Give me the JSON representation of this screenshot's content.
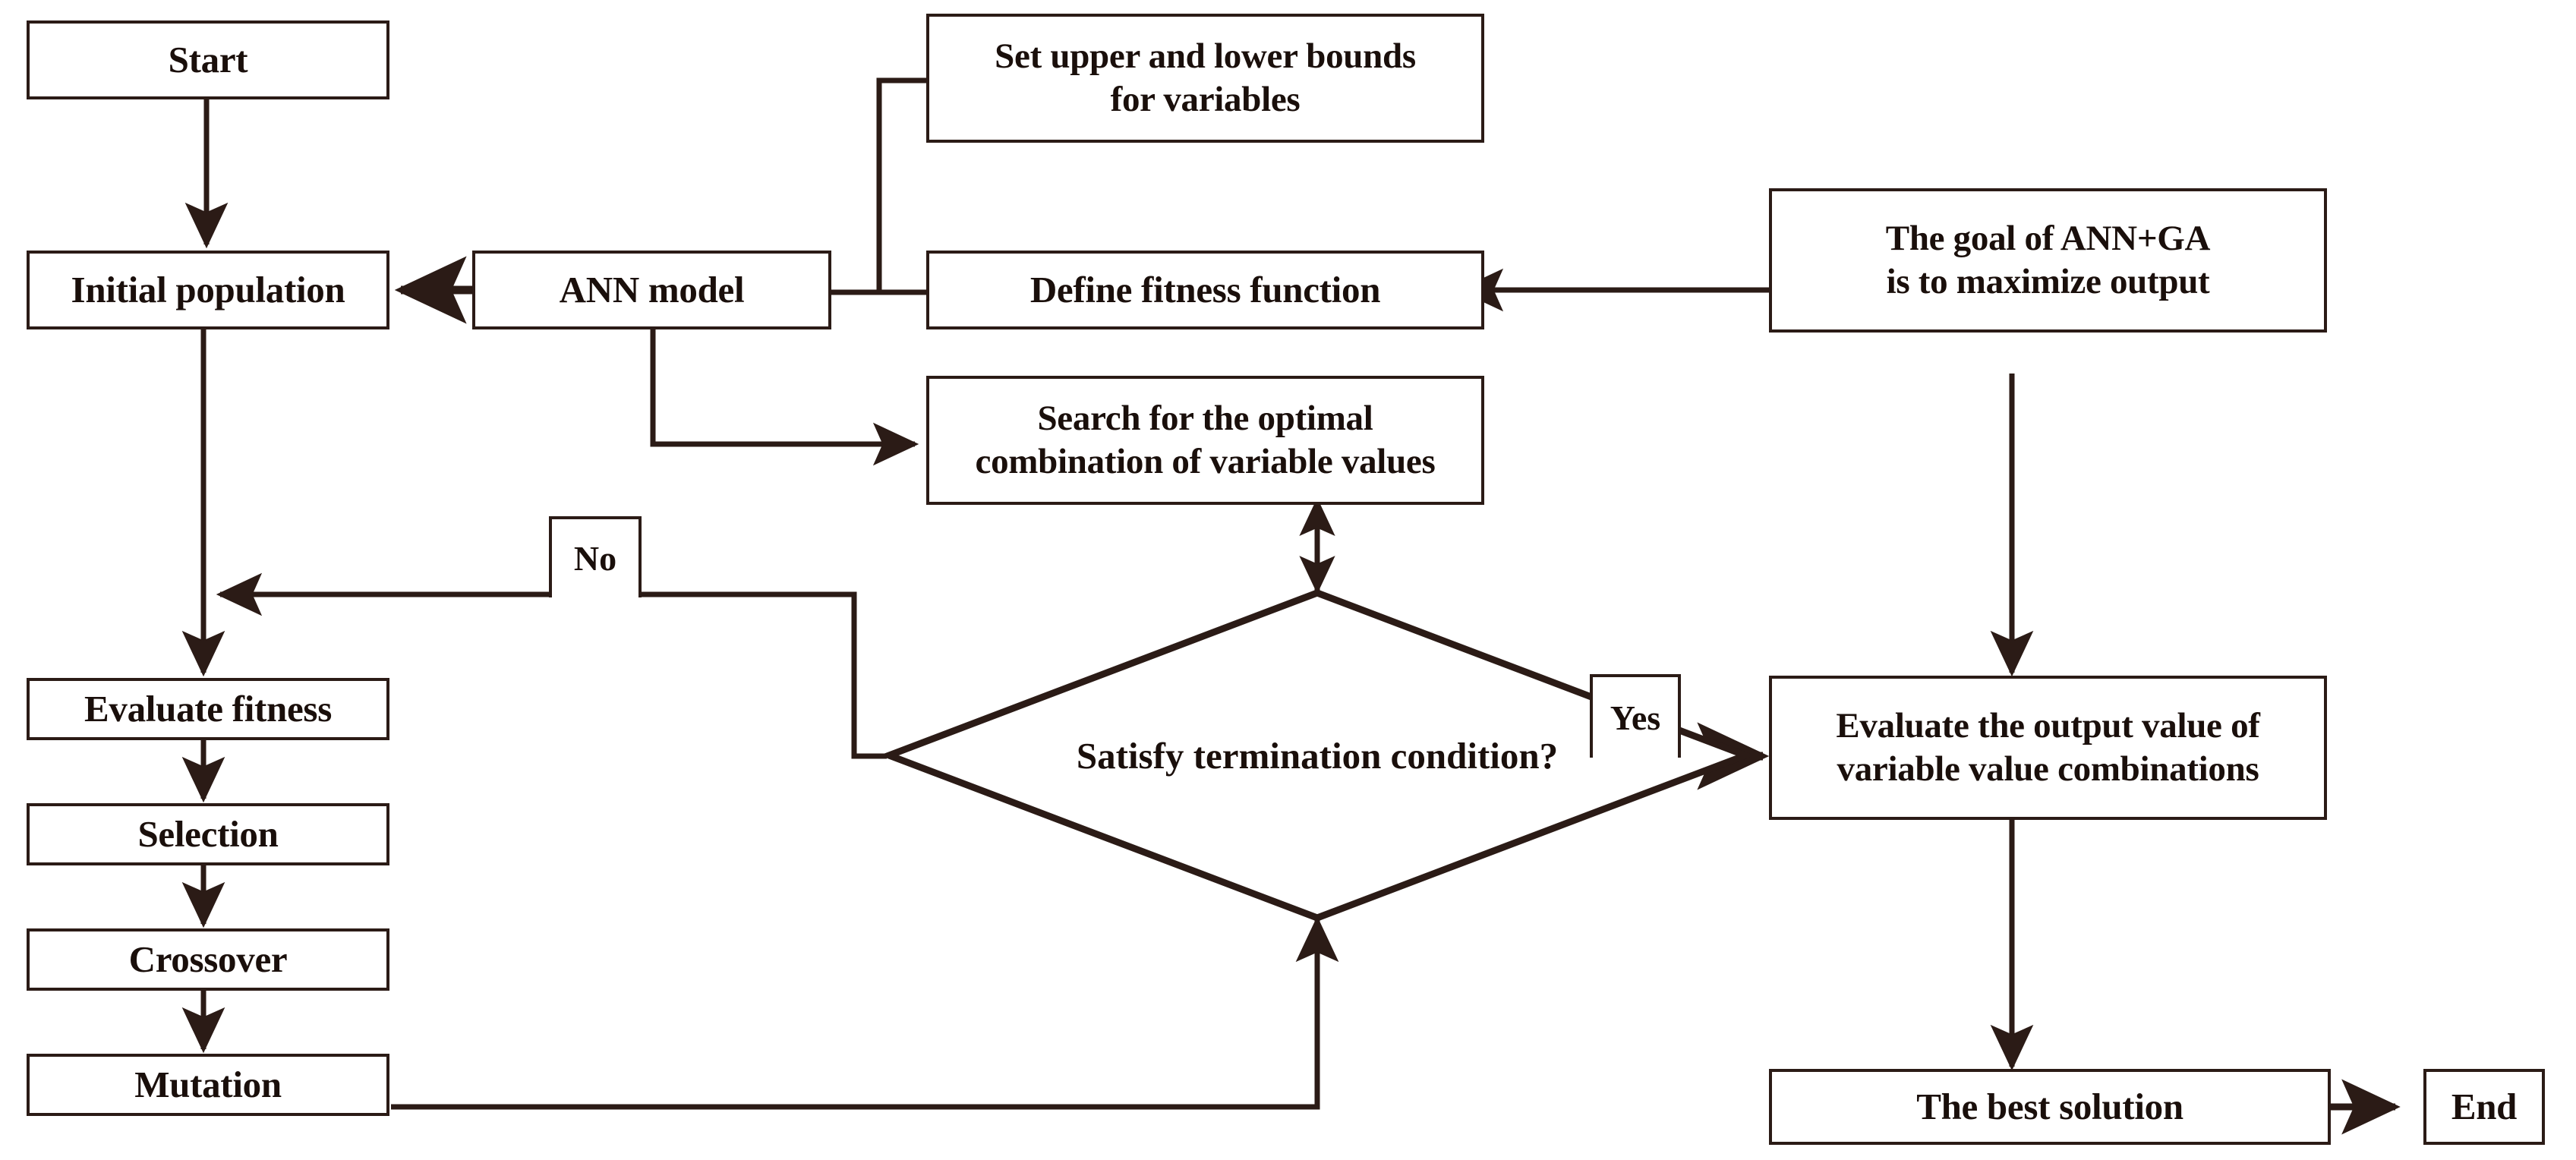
{
  "diagram": {
    "title": "ANN+GA optimization flowchart",
    "type": "flowchart",
    "colors": {
      "stroke": "#2b1b16",
      "text": "#1a0f0b",
      "background": "#ffffff"
    },
    "nodes": {
      "start": "Start",
      "initial_population": "Initial population",
      "ann_model": "ANN model",
      "set_bounds_line1": "Set upper and lower bounds",
      "set_bounds_line2": "for variables",
      "define_fitness": "Define fitness function",
      "goal_line1": "The goal of ANN+GA",
      "goal_line2": "is to maximize output",
      "search_optimal_line1": "Search for the optimal",
      "search_optimal_line2": "combination of variable values",
      "evaluate_fitness": "Evaluate fitness",
      "selection": "Selection",
      "crossover": "Crossover",
      "mutation": "Mutation",
      "termination": "Satisfy termination condition?",
      "evaluate_output_line1": "Evaluate the output value of",
      "evaluate_output_line2": "variable value combinations",
      "best_solution": "The best solution",
      "end": "End"
    },
    "edge_labels": {
      "no": "No",
      "yes": "Yes"
    },
    "edges": [
      {
        "from": "start",
        "to": "initial_population",
        "label": ""
      },
      {
        "from": "ann_model",
        "to": "initial_population",
        "label": ""
      },
      {
        "from": "define_fitness",
        "to": "ann_model",
        "label": ""
      },
      {
        "from": "set_bounds",
        "to": "ann_model",
        "label": ""
      },
      {
        "from": "goal",
        "to": "define_fitness",
        "label": ""
      },
      {
        "from": "ann_model",
        "to": "search_optimal",
        "label": ""
      },
      {
        "from": "initial_population",
        "to": "evaluate_fitness",
        "label": ""
      },
      {
        "from": "evaluate_fitness",
        "to": "selection",
        "label": ""
      },
      {
        "from": "selection",
        "to": "crossover",
        "label": ""
      },
      {
        "from": "crossover",
        "to": "mutation",
        "label": ""
      },
      {
        "from": "mutation",
        "to": "termination",
        "label": ""
      },
      {
        "from": "termination",
        "to": "initial_population",
        "label": "No"
      },
      {
        "from": "termination",
        "to": "evaluate_output",
        "label": "Yes"
      },
      {
        "from": "termination",
        "to": "search_optimal",
        "label": "",
        "bidirectional": true
      },
      {
        "from": "goal",
        "to": "evaluate_output",
        "label": ""
      },
      {
        "from": "evaluate_output",
        "to": "best_solution",
        "label": ""
      },
      {
        "from": "best_solution",
        "to": "end",
        "label": ""
      }
    ]
  }
}
